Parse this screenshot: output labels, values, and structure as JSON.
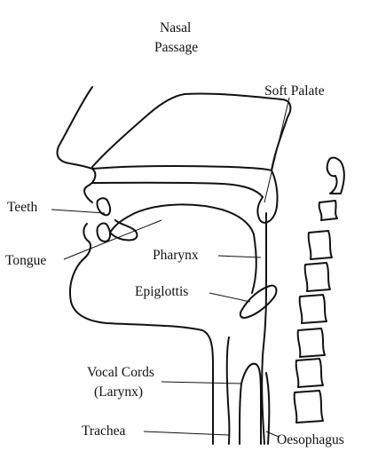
{
  "diagram": {
    "labels": {
      "nasal_line1": "Nasal",
      "nasal_line2": "Passage",
      "soft_palate": "Soft Palate",
      "teeth": "Teeth",
      "tongue": "Tongue",
      "pharynx": "Pharynx",
      "epiglottis": "Epiglottis",
      "vocal_line1": "Vocal Cords",
      "vocal_line2": "(Larynx)",
      "trachea": "Trachea",
      "oesophagus": "Oesophagus"
    }
  }
}
